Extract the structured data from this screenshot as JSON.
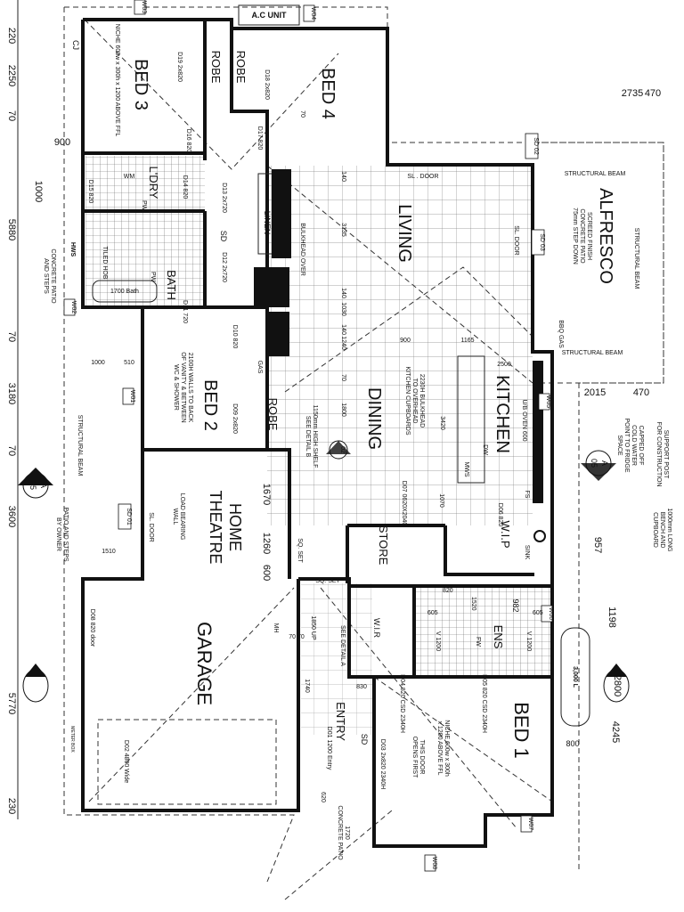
{
  "plan": {
    "rooms": {
      "bed3": "BED 3",
      "bed4": "BED 4",
      "robe1": "ROBE",
      "robe2": "ROBE",
      "robe3": "ROBE",
      "laundry": "L'DRY",
      "bath": "BATH",
      "linen": "LINEN",
      "living": "LIVING",
      "dining": "DINING",
      "kitchen": "KITCHEN",
      "alfresco": "ALFRESCO",
      "bed2": "BED 2",
      "theatre1": "HOME",
      "theatre2": "THEATRE",
      "garage": "GARAGE",
      "store": "STORE",
      "wip": "W.I.P",
      "wir": "W.I.R",
      "ens": "ENS",
      "entry": "ENTRY",
      "bed1": "BED 1"
    },
    "doors": {
      "d19": "D19 2x820",
      "d18": "D18 2x820",
      "d16": "D16 820",
      "d17": "D17 820",
      "d15": "D15 820",
      "d14": "D14 820",
      "d13": "D13 2x720",
      "d12": "D12 2x720",
      "d11": "D11 720",
      "d10": "D10 820",
      "d09": "D09 2x820",
      "d08": "D08 820 door",
      "d07": "D07 0620X2040",
      "d06": "D06 820",
      "d04": "D04 820 CSD 2340H",
      "d05": "D05 820 CSD 2340H",
      "d03": "D03 2x820 2340H",
      "d02": "D02 4800 Wide",
      "d01": "D01 1200 Entry"
    },
    "tags": {
      "sd01": "SD 01",
      "sd02": "SD 02",
      "sd03": "SD 03",
      "w01": "W01",
      "w02": "W02",
      "w03": "W03",
      "w04": "W04",
      "w05": "W05",
      "w06": "W06",
      "w07": "W07",
      "w08": "W08",
      "hws": "HWS"
    },
    "notes": {
      "niche_bed3": "NICHE 600w x 300h x 1200 ABOVE FFL",
      "ac_unit": "A.C UNIT",
      "wm": "WM",
      "pw1": "PW",
      "pw2": "PW",
      "fw": "FW",
      "bath_size": "1700 Bath",
      "tiled_hob": "TILED HOB",
      "bulkhead_over": "BULKHEAD OVER",
      "sd_smoke1": "SD",
      "sd_smoke2": "SD",
      "sl_door1": "SL . DOOR",
      "sl_door2": "SL. DOOR",
      "sl_door3": "SL. DOOR",
      "alfresco_1": "SCREED FINISH",
      "alfresco_2": "CONCRETE PATIO",
      "alfresco_3": "75mm STEP DOWN",
      "beam1": "STRUCTURAL BEAM",
      "beam2": "STRUCTURAL BEAM",
      "beam3": "STRUCTURAL BEAM",
      "beam4": "STRUCTURAL BEAM",
      "bbq_gas": "BBQ GAS",
      "gas": "GAS",
      "bulkhead_1": "2230H BULKHEAD",
      "bulkhead_2": "TO OVERHEAD",
      "bulkhead_3": "KITCHEN CUPBOARDS",
      "ub_oven": "U/B OVEN 600",
      "dw": "DW",
      "mws": "MWS",
      "fs": "FS",
      "sink": "SINK",
      "support_1": "SUPPORT POST",
      "support_2": "FOR CONSTRUCTION",
      "water_1": "CAPPED OFF",
      "water_2": "COLD WATER",
      "water_3": "POINT TO FRIDGE",
      "water_4": "SPACE",
      "bench_1": "1000mm LONG",
      "bench_2": "BENCH AND",
      "bench_3": "CUPBOARD",
      "walls_1": "2100H WALLS TO BACK",
      "walls_2": "OF VANITY & BETWEEN",
      "walls_3": "WC & SHOWER",
      "shelf_1": "1150mm HIGH SHELF",
      "shelf_2": "SEE DETAIL B",
      "load_1": "LOAD BEARING",
      "load_2": "WALL",
      "sq_set1": "SQ. SET",
      "sq_set2": "SQ. SET",
      "patio_owner_1": "PATIO AND STEPS",
      "patio_owner_2": "BY OWNER",
      "concrete_patio_1": "CONCRETE PATIO",
      "concrete_patio_2": "AND STEPS",
      "mh": "MH",
      "meter_box": "METER BOX",
      "up": "1850 UP",
      "detail_a": "SEE DETAIL A",
      "first_1": "THIS DOOR",
      "first_2": "OPENS FIRST",
      "niche_bed1_1": "NICHE 600w x 300h",
      "niche_bed1_2": "x 1200 ABOVE FFL",
      "tank": "3,000 L",
      "concrete_front": "CONCRETE PATIO",
      "v1200a": "V 1200",
      "v1200b": "V 1200",
      "s605a": "605",
      "s605b": "605",
      "s820": "820",
      "s1520": "1520",
      "cj": "CJ"
    },
    "dimensions": {
      "l220": "220",
      "l2250": "2250",
      "l70a": "70",
      "l900": "900",
      "l1000": "1000",
      "l5880": "5880",
      "l70b": "70",
      "l3180": "3180",
      "l70c": "70",
      "l3600": "3600",
      "l5770": "5770",
      "l230": "230",
      "d1000b": "1000",
      "d510": "510",
      "d1510": "1510",
      "d2735": "2735",
      "d470a": "470",
      "d2015": "2015",
      "d470b": "470",
      "d140a": "140",
      "d3135": "3135",
      "d140b": "140",
      "d1030": "1030",
      "d140c": "140",
      "d1240": "1240",
      "d70": "70",
      "d1800": "1800",
      "d900": "900",
      "d1165": "1165",
      "d2500": "2500",
      "d3420": "3420",
      "d1070": "1070",
      "d1670": "1670",
      "d1260": "1260",
      "d600": "600",
      "d957": "957",
      "d982": "982",
      "d1198": "1198",
      "d2800": "2800",
      "d4245": "4245",
      "d800": "800",
      "d1740": "1740",
      "d830": "830",
      "d620": "620",
      "d1720": "1720",
      "d7070": "70  70",
      "d70b4": "70"
    },
    "section_markers": {
      "a05_left_top": "A",
      "a05_left_bot": "05",
      "a05_right_top": "A",
      "a05_right_bot": "05",
      "detail_02": "02"
    }
  }
}
